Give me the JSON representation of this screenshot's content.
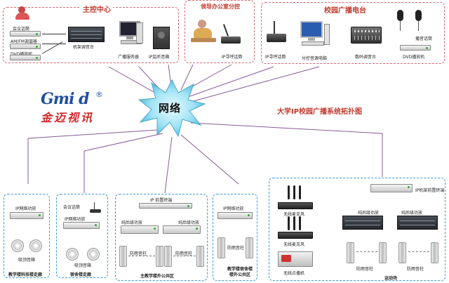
{
  "diagram_title": "大学IP校园广播系统拓扑图",
  "network_label": "网络",
  "logo": {
    "latin": "Gmi d",
    "chinese": "金迈视讯",
    "registered": "®"
  },
  "top_groups": {
    "control_center": {
      "title": "主控中心",
      "devices": [
        "会议话筒",
        "AM/FM调谐器",
        "DVD播放机",
        "机架调音台",
        "广播服务器",
        "IP监听音箱"
      ]
    },
    "leader_office": {
      "title": "领导办公室分控",
      "devices": [
        "IP寻呼话筒"
      ]
    },
    "campus_station": {
      "title": "校园广播电台",
      "devices": [
        "IP寻呼话筒",
        "分控音源电脑",
        "数码调音台",
        "播音话筒",
        "DVD播放机"
      ]
    }
  },
  "bottom_groups": {
    "teaching": {
      "devices": [
        "IP网络功放",
        "吸顶音箱"
      ],
      "area": "教学楼科技楼走廊"
    },
    "dorm": {
      "devices": [
        "会议话筒",
        "IP网络功放",
        "吸顶音箱"
      ],
      "area": "宿舍楼走廊"
    },
    "teach_public": {
      "devices": [
        "IP 前置终端",
        "纯后级功放",
        "纯后级功放",
        "防雨音柱",
        "防雨音柱"
      ],
      "area": "主教学楼外公共区"
    },
    "dorm_public": {
      "devices": [
        "IP网络功放",
        "防雨音柱"
      ],
      "area": "教学楼宿舍楼楼外公共区"
    },
    "playground": {
      "devices": [
        "IP机架前置终端",
        "无线麦克风",
        "无线麦克风",
        "无线点播机",
        "纯后级功放",
        "纯后级功放",
        "防雨音柱",
        "防雨音柱"
      ],
      "area": "运动场"
    }
  }
}
